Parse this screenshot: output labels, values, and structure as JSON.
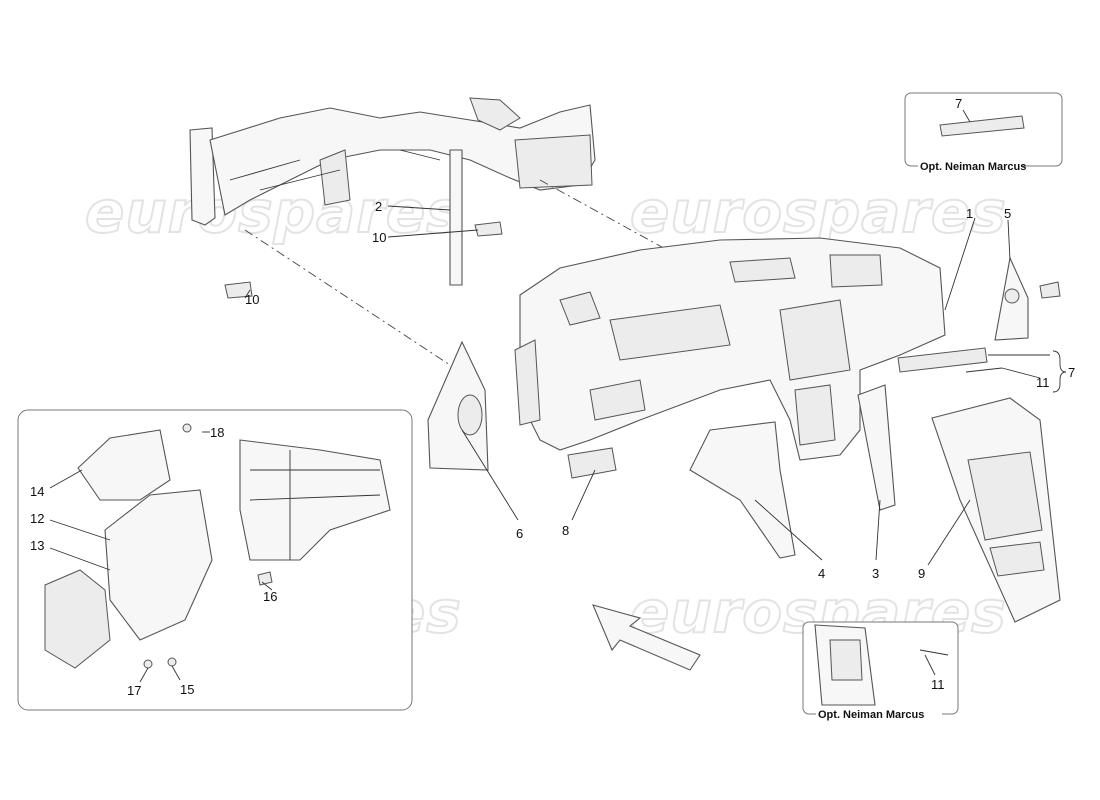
{
  "watermark": {
    "text": "eurospares"
  },
  "inset_top": {
    "part_number": "7",
    "caption": "Opt. Neiman Marcus"
  },
  "inset_bottom": {
    "part_number": "11",
    "caption": "Opt. Neiman Marcus"
  },
  "callouts": {
    "p1": "1",
    "p2": "2",
    "p3": "3",
    "p4": "4",
    "p5": "5",
    "p6": "6",
    "p7": "7",
    "p8": "8",
    "p9": "9",
    "p10a": "10",
    "p10b": "10",
    "p11": "11",
    "p12": "12",
    "p13": "13",
    "p14": "14",
    "p15": "15",
    "p16": "16",
    "p17": "17",
    "p18": "18"
  }
}
